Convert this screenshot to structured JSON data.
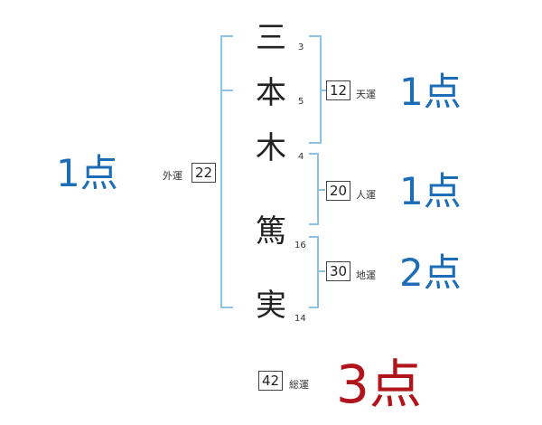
{
  "name": {
    "chars": [
      {
        "char": "三",
        "strokes": "3"
      },
      {
        "char": "本",
        "strokes": "5"
      },
      {
        "char": "木",
        "strokes": "4"
      },
      {
        "char": "篤",
        "strokes": "16"
      },
      {
        "char": "実",
        "strokes": "14"
      }
    ]
  },
  "fortunes": {
    "gaiun": {
      "label": "外運",
      "value": "22",
      "score": "1点"
    },
    "tenun": {
      "label": "天運",
      "value": "12",
      "score": "1点"
    },
    "jinun": {
      "label": "人運",
      "value": "20",
      "score": "1点"
    },
    "chiun": {
      "label": "地運",
      "value": "30",
      "score": "2点"
    },
    "souun": {
      "label": "総運",
      "value": "42",
      "score": "3点"
    }
  },
  "colors": {
    "bracket": "#8ec3e6",
    "score_blue": "#1c6db5",
    "score_red": "#b0151b"
  }
}
